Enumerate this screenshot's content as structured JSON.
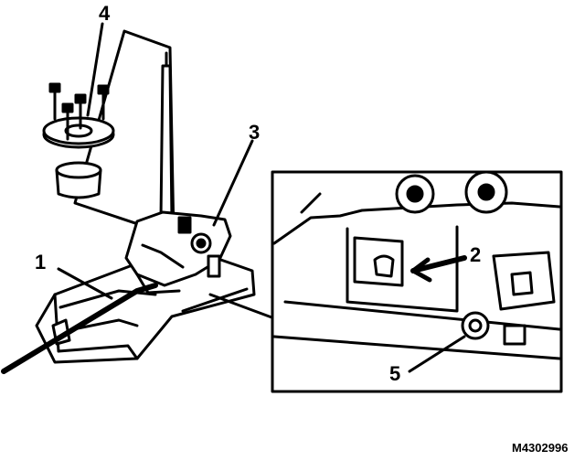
{
  "callouts": {
    "c1": "1",
    "c2": "2",
    "c3": "3",
    "c4": "4",
    "c5": "5"
  },
  "reference_code": "M4302996",
  "colors": {
    "ink": "#000000",
    "paper": "#ffffff"
  }
}
